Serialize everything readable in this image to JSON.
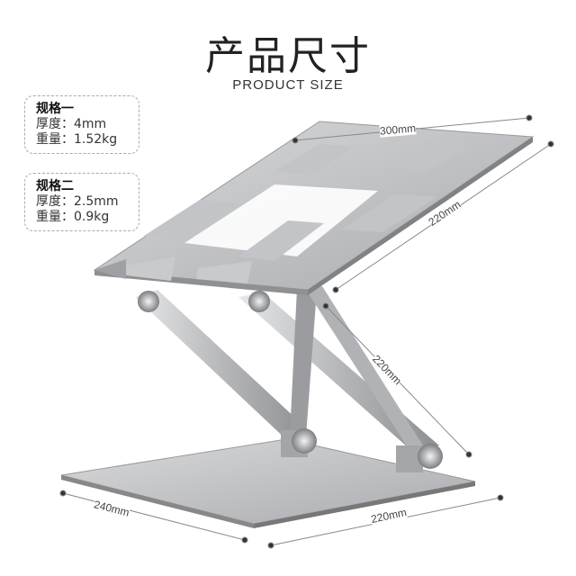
{
  "header": {
    "title": "产品尺寸",
    "subtitle": "PRODUCT SIZE"
  },
  "specs": [
    {
      "name": "规格一",
      "thickness": "厚度：4mm",
      "weight": "重量：1.52kg"
    },
    {
      "name": "规格二",
      "thickness": "厚度：2.5mm",
      "weight": "重量：0.9kg"
    }
  ],
  "dimensions": {
    "top_width": "300mm",
    "top_depth": "220mm",
    "arm_length": "220mm",
    "base_depth": "240mm",
    "base_width": "220mm"
  }
}
